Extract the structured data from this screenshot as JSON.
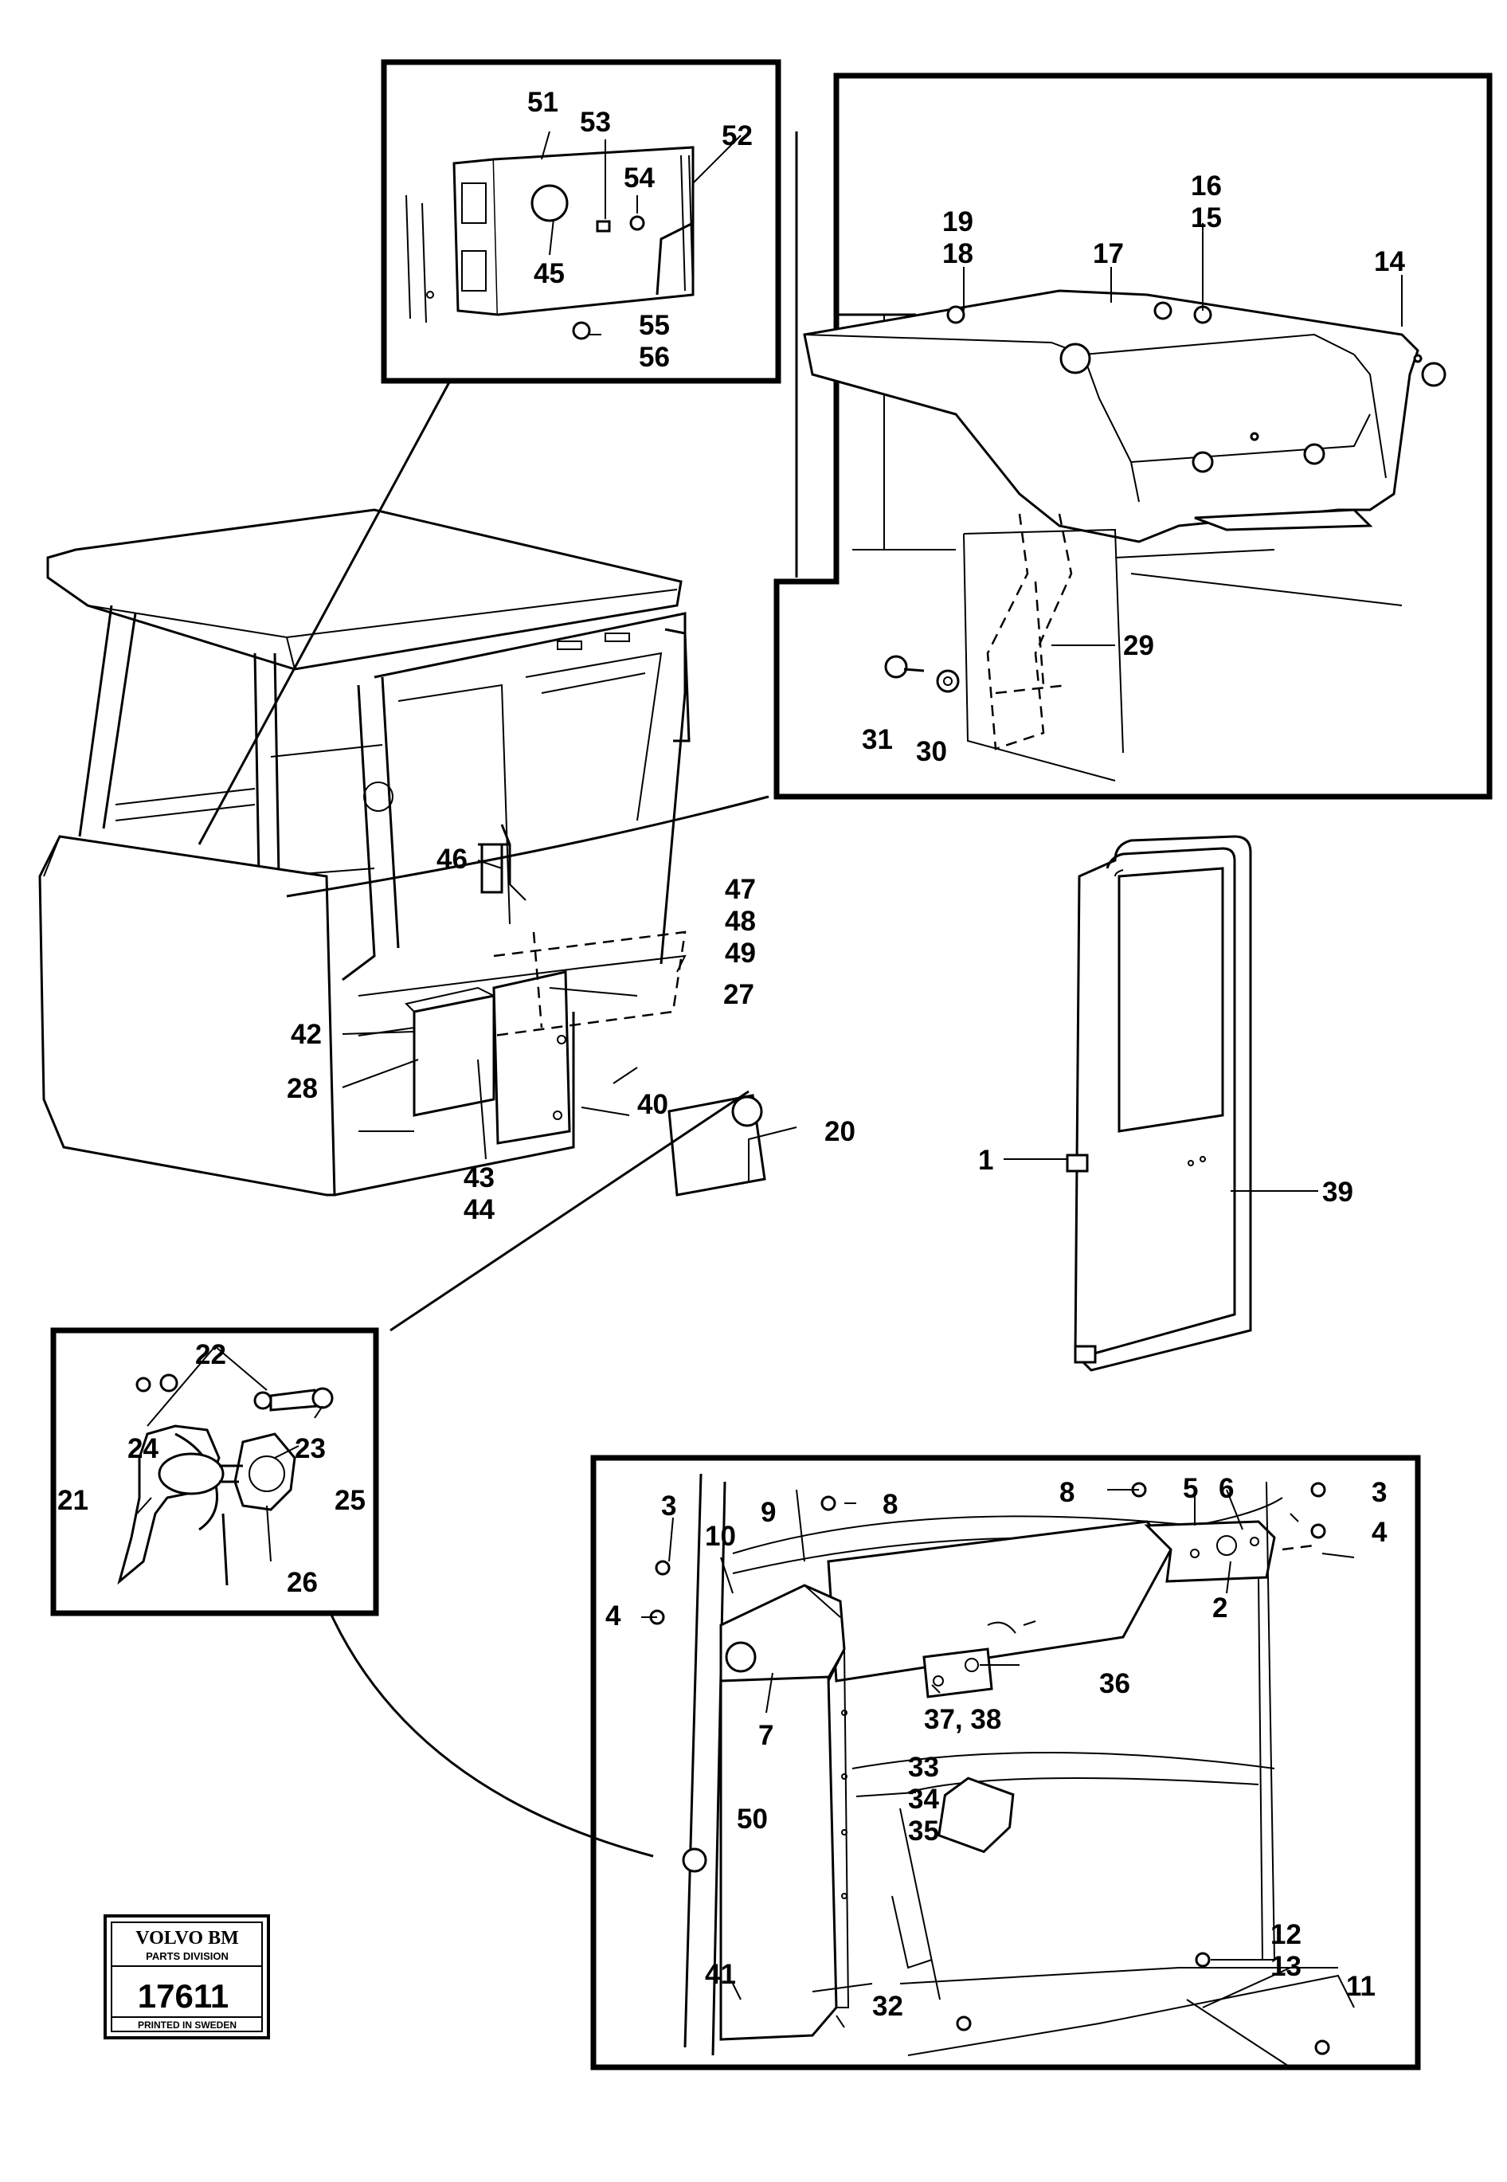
{
  "stamp": {
    "brand": "VOLVO BM",
    "division": "PARTS DIVISION",
    "number": "17611",
    "printed": "PRINTED IN SWEDEN"
  },
  "callouts": {
    "c1": "1",
    "c2": "2",
    "c3a": "3",
    "c3b": "3",
    "c4a": "4",
    "c4b": "4",
    "c5": "5",
    "c6": "6",
    "c7": "7",
    "c8a": "8",
    "c8b": "8",
    "c9": "9",
    "c10": "10",
    "c11": "11",
    "c12": "12",
    "c13": "13",
    "c14": "14",
    "c15": "15",
    "c16": "16",
    "c17": "17",
    "c18": "18",
    "c19": "19",
    "c20": "20",
    "c21": "21",
    "c22": "22",
    "c23": "23",
    "c24": "24",
    "c25": "25",
    "c26": "26",
    "c27": "27",
    "c28": "28",
    "c29": "29",
    "c30": "30",
    "c31": "31",
    "c32": "32",
    "c33": "33",
    "c34": "34",
    "c35": "35",
    "c36": "36",
    "c3738": "37, 38",
    "c39": "39",
    "c40": "40",
    "c41": "41",
    "c42": "42",
    "c43": "43",
    "c44": "44",
    "c45": "45",
    "c46": "46",
    "c47": "47",
    "c48": "48",
    "c49": "49",
    "c50": "50",
    "c51": "51",
    "c52": "52",
    "c53": "53",
    "c54": "54",
    "c55": "55",
    "c56": "56"
  }
}
